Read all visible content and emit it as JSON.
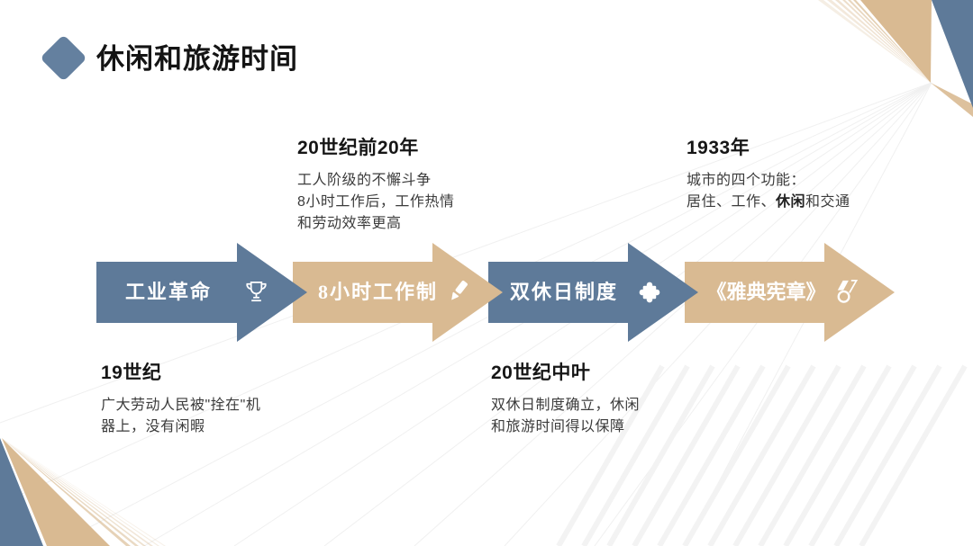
{
  "title": "休闲和旅游时间",
  "colors": {
    "blue": "#5e7a99",
    "tan": "#d9ba92",
    "diamond_blue": "#64809f",
    "text_dark": "#161616",
    "text_body": "#3c3c3c"
  },
  "notes_above": [
    {
      "heading": "20世纪前20年",
      "line1": "工人阶级的不懈斗争",
      "line2": "8小时工作后，工作热情",
      "line3": "和劳动效率更高"
    },
    {
      "heading": "1933年",
      "line1": "城市的四个功能：",
      "line2_pre": "居住、工作、",
      "line2_bold": "休闲",
      "line2_post": "和交通"
    }
  ],
  "arrows": [
    {
      "label": "工业革命",
      "icon": "trophy-icon",
      "color": "#5e7a99"
    },
    {
      "label": "8小时工作制",
      "icon": "pencil-icon",
      "color": "#d9ba92"
    },
    {
      "label": "双休日制度",
      "icon": "puzzle-icon",
      "color": "#5e7a99"
    },
    {
      "label": "《雅典宪章》",
      "icon": "medal-icon",
      "color": "#d9ba92"
    }
  ],
  "notes_below": [
    {
      "heading": "19世纪",
      "line1": "广大劳动人民被\"拴在\"机",
      "line2": "器上，没有闲暇"
    },
    {
      "heading": "20世纪中叶",
      "line1": "双休日制度确立，休闲",
      "line2": "和旅游时间得以保障"
    }
  ]
}
